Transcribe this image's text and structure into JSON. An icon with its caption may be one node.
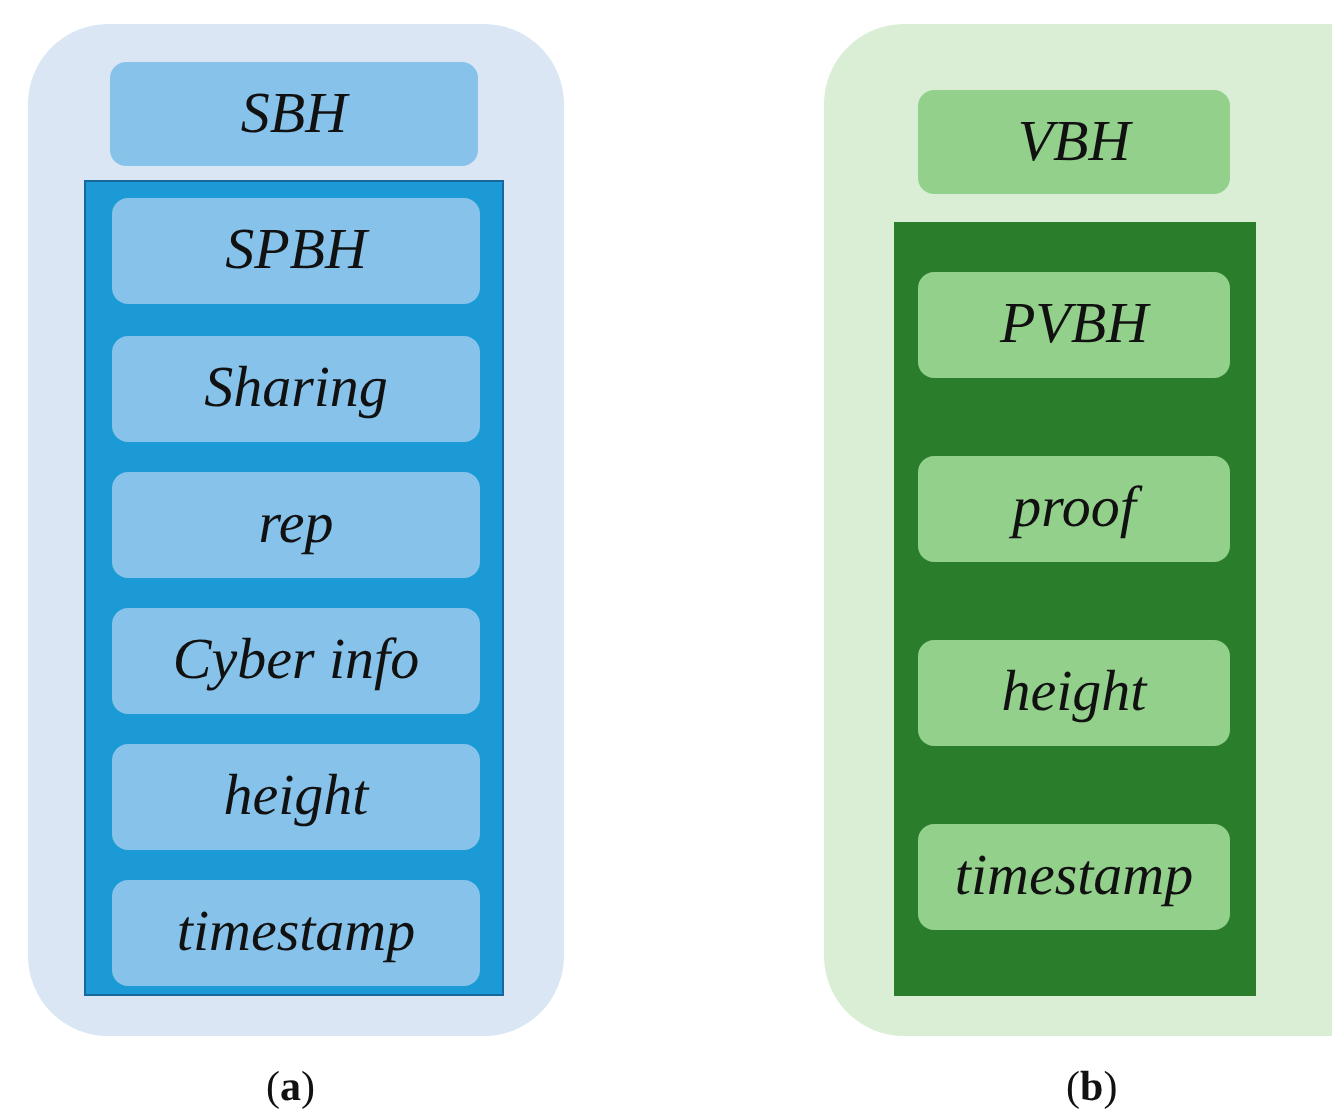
{
  "diagram": {
    "nodes": [
      {
        "text": [],
        "shape": "box"
      },
      {
        "text": [
          "SBH"
        ],
        "in": 0
      },
      {
        "text": [],
        "shape": "box",
        "in": 0
      },
      {
        "text": [
          "SPBH"
        ],
        "in": 2
      },
      {
        "text": [
          "Sharing"
        ],
        "in": 2
      },
      {
        "text": [
          "rep"
        ],
        "in": 2
      },
      {
        "text": [
          "Cyber info"
        ],
        "in": 2
      },
      {
        "text": [
          "height"
        ],
        "in": 2
      },
      {
        "text": [
          "timestamp"
        ],
        "in": 2
      },
      {
        "text": [],
        "shape": "box"
      },
      {
        "text": [
          "VBH"
        ],
        "in": 9
      },
      {
        "text": [],
        "shape": "box",
        "in": 9
      },
      {
        "text": [
          "PVBH"
        ],
        "in": 11
      },
      {
        "text": [
          "proof"
        ],
        "in": 11
      },
      {
        "text": [
          "height"
        ],
        "in": 11
      },
      {
        "text": [
          "timestamp"
        ],
        "in": 11
      }
    ],
    "labels": [
      "(**a**)",
      "(**b**)"
    ]
  }
}
